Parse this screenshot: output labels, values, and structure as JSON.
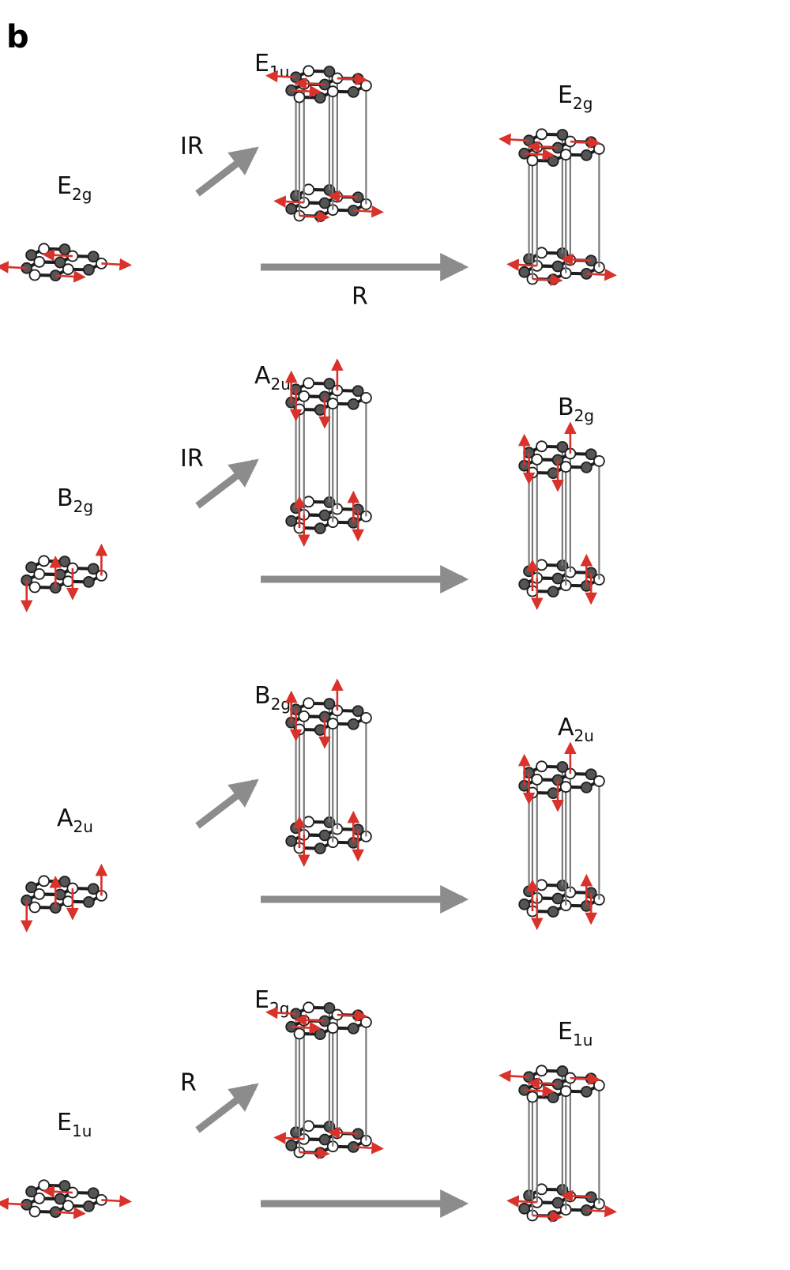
{
  "panel_letter": "b",
  "rows": [
    {
      "id": "row-1",
      "monolayer": {
        "label": "E",
        "sub": "2g",
        "motion": "in-plane"
      },
      "up": {
        "label": "E",
        "sub": "1u",
        "motion": "in-plane",
        "activity": "IR"
      },
      "down": {
        "label": "E",
        "sub": "2g",
        "motion": "in-plane",
        "activity": "R"
      }
    },
    {
      "id": "row-2",
      "monolayer": {
        "label": "B",
        "sub": "2g",
        "motion": "out-of-plane"
      },
      "up": {
        "label": "A",
        "sub": "2u",
        "motion": "out-of-plane",
        "activity": "IR"
      },
      "down": {
        "label": "B",
        "sub": "2g",
        "motion": "out-of-plane",
        "activity": ""
      }
    },
    {
      "id": "row-3",
      "monolayer": {
        "label": "A",
        "sub": "2u",
        "motion": "out-of-plane"
      },
      "up": {
        "label": "B",
        "sub": "2g",
        "motion": "out-of-plane",
        "activity": ""
      },
      "down": {
        "label": "A",
        "sub": "2u",
        "motion": "out-of-plane",
        "activity": ""
      }
    },
    {
      "id": "row-4",
      "monolayer": {
        "label": "E",
        "sub": "1u",
        "motion": "in-plane"
      },
      "up": {
        "label": "E",
        "sub": "2g",
        "motion": "in-plane",
        "activity": "R"
      },
      "down": {
        "label": "E",
        "sub": "1u",
        "motion": "in-plane",
        "activity": ""
      }
    }
  ],
  "colors": {
    "bond": "#1e1e1e",
    "interlayer": "#7a7a7a",
    "atom_dark": "#555555",
    "atom_light": "#ffffff",
    "displacement_arrow": "#d8322b",
    "transition_arrow": "#8c8c8c"
  }
}
